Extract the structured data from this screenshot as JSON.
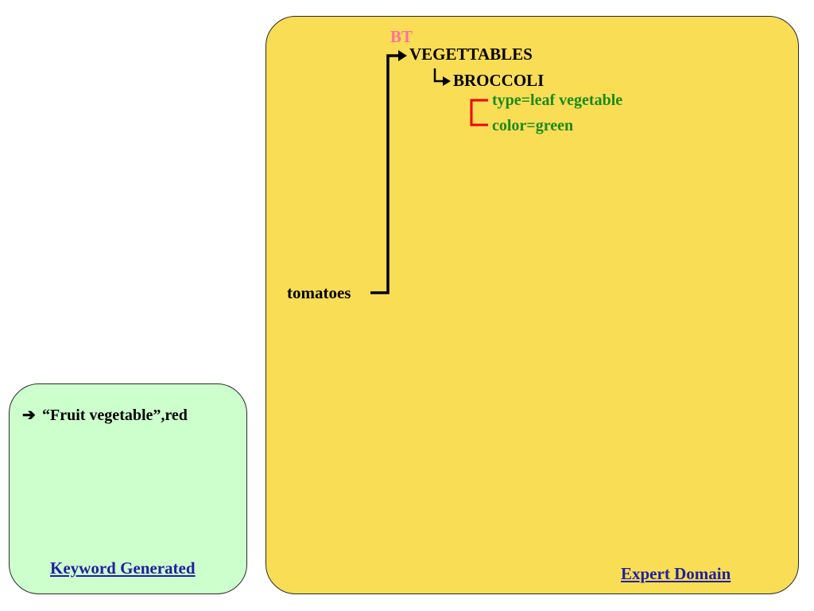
{
  "colors": {
    "expert_bg": "#f9dd55",
    "keyword_bg": "#ccffcc",
    "bt": "#ff6fa0",
    "attr": "#1a8a1a",
    "bracket": "#ee0000",
    "link": "#2020a0"
  },
  "expert": {
    "bt": "BT",
    "broader": "VEGETTABLES",
    "narrower": "BROCCOLI",
    "attributes": [
      "type=leaf vegetable",
      "color=green"
    ],
    "term": "tomatoes",
    "caption": "Expert Domain"
  },
  "keyword": {
    "arrow": "➔",
    "text": "“Fruit vegetable”,red",
    "caption": "Keyword Generated"
  }
}
